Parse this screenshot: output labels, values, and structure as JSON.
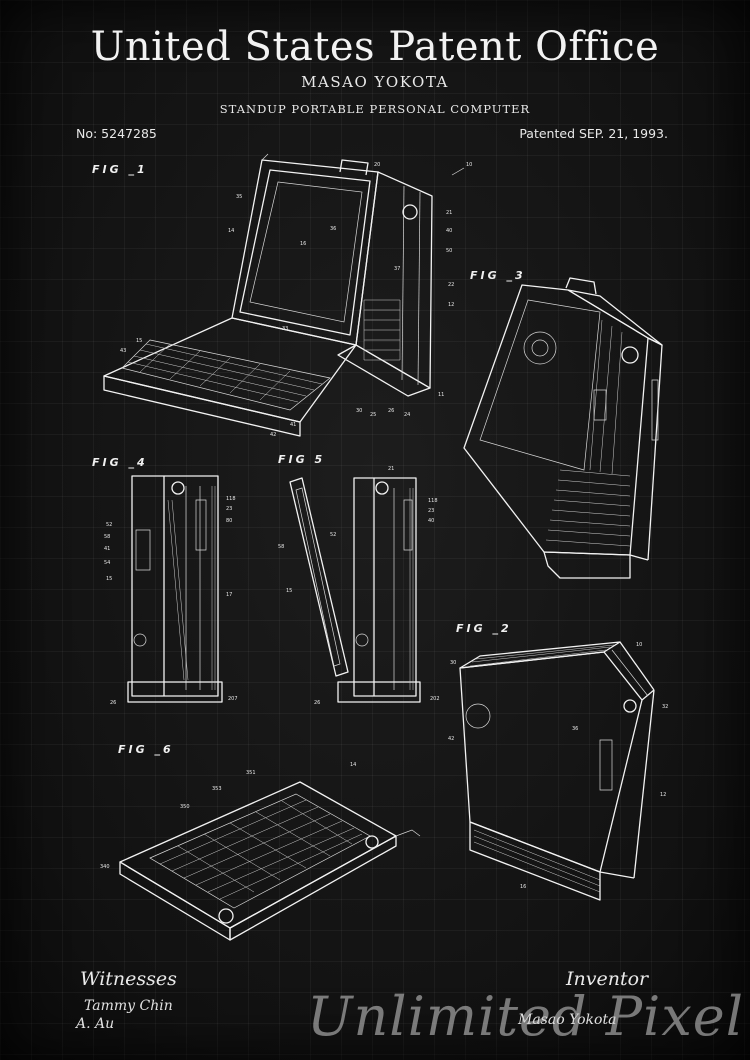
{
  "header": {
    "title": "United States Patent Office",
    "inventor_name": "MASAO YOKOTA",
    "subtitle": "STANDUP PORTABLE PERSONAL COMPUTER",
    "patent_no": "No: 5247285",
    "patent_date": "Patented SEP. 21, 1993."
  },
  "figures": {
    "fig1": "FIG _1",
    "fig2": "FIG _2",
    "fig3": "FIG _3",
    "fig4": "FIG _4",
    "fig5": "FIG 5",
    "fig6": "FIG _6"
  },
  "callouts": {
    "f1": [
      "20",
      "35",
      "36",
      "16",
      "14",
      "21",
      "40",
      "50",
      "37",
      "22",
      "12",
      "15",
      "43",
      "33",
      "42",
      "41",
      "30",
      "25",
      "26",
      "24",
      "11",
      "10"
    ],
    "f4": [
      "118",
      "23",
      "80",
      "52",
      "58",
      "41",
      "54",
      "15",
      "17",
      "207",
      "26"
    ],
    "f5": [
      "21",
      "118",
      "23",
      "40",
      "52",
      "58",
      "15",
      "26",
      "202"
    ],
    "f2": [
      "30",
      "32",
      "36",
      "42",
      "12",
      "10",
      "16"
    ],
    "f6": [
      "351",
      "353",
      "350",
      "340",
      "14"
    ]
  },
  "signatures": {
    "witnesses_label": "Witnesses",
    "witness_1": "Tammy Chin",
    "witness_2": "A. Au",
    "inventor_label": "Inventor",
    "inventor_signature": "Masao Yokota"
  },
  "watermark": "Unlimited Pixel",
  "colors": {
    "background": "#141414",
    "ink": "#f2f2f2",
    "grid": "#2a2a2a",
    "watermark": "#d2d2d2"
  }
}
